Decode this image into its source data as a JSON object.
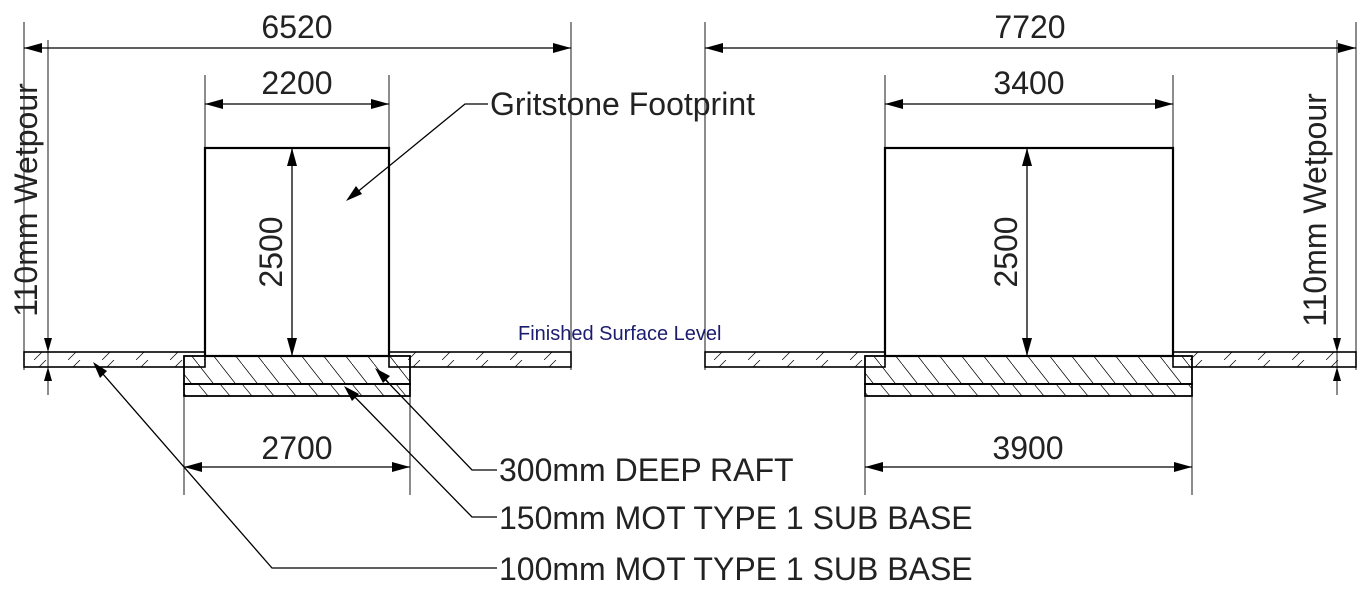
{
  "left_plan": {
    "overall_width": "6520",
    "footprint_width": "2200",
    "footprint_depth": "2500",
    "raft_width": "2700",
    "wetpour_label": "110mm Wetpour"
  },
  "right_plan": {
    "overall_width": "7720",
    "footprint_width": "3400",
    "footprint_depth": "2500",
    "raft_width": "3900",
    "wetpour_label": "110mm Wetpour"
  },
  "labels": {
    "footprint": "Gritstone Footprint",
    "finished_surface": "Finished Surface Level",
    "raft": "300mm DEEP RAFT",
    "sub_base_150": "150mm MOT TYPE 1 SUB BASE",
    "sub_base_100": "100mm MOT TYPE 1 SUB BASE"
  }
}
